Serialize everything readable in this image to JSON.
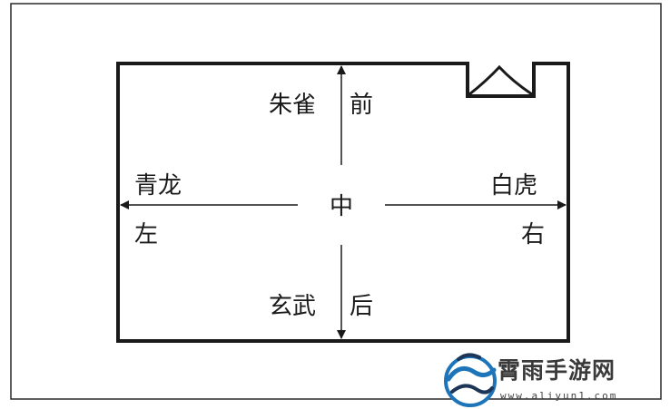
{
  "directions": {
    "front": {
      "name": "朱雀",
      "label": "前"
    },
    "left": {
      "name": "青龙",
      "label": "左"
    },
    "center": {
      "label": "中"
    },
    "right": {
      "name": "白虎",
      "label": "右"
    },
    "back": {
      "name": "玄武",
      "label": "后"
    }
  },
  "watermark": {
    "title": "霄雨手游网",
    "url": "www.aliyun1.com"
  },
  "colors": {
    "line": "#1a1a1a",
    "frame": "#2a2a2a",
    "logo_blue": "#1e74b8",
    "logo_dark": "#1d3557"
  }
}
